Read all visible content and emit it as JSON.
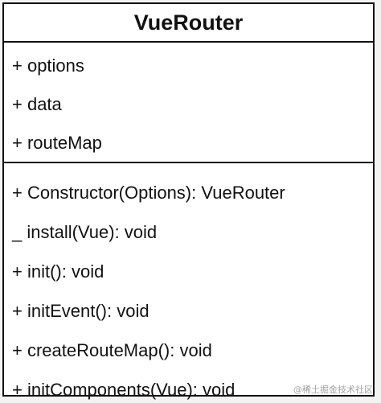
{
  "class": {
    "name": "VueRouter",
    "attributes": [
      "+ options",
      "+ data",
      "+ routeMap"
    ],
    "methods": [
      "+ Constructor(Options): VueRouter",
      "_ install(Vue): void",
      "+ init(): void",
      "+ initEvent(): void",
      "+ createRouteMap(): void",
      "+ initComponents(Vue): void"
    ]
  },
  "watermark": "@稀土掘金技术社区"
}
